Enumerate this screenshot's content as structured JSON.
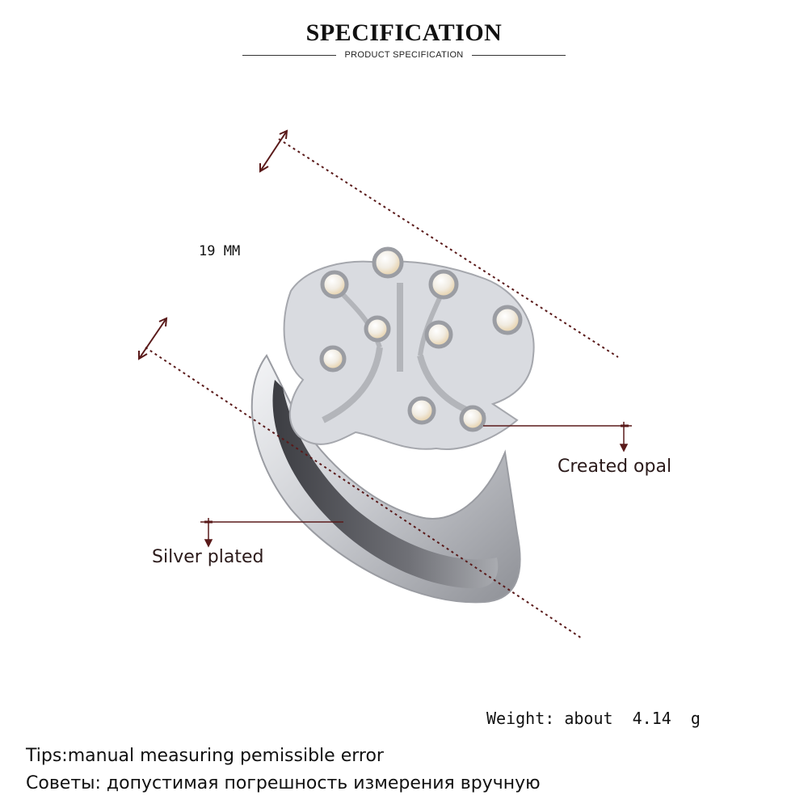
{
  "header": {
    "title": "SPECIFICATION",
    "subtitle": "PRODUCT SPECIFICATION"
  },
  "product": {
    "dimension_label": "19 MM",
    "opal_label": "Created opal",
    "plating_label": "Silver plated",
    "weight_label": "Weight: about  4.14  g"
  },
  "tips": {
    "english": "Tips:manual measuring pemissible error",
    "russian": "Советы: допустимая погрешность измерения вручную"
  },
  "colors": {
    "leader_line": "#5a1a1a",
    "silver": "#c9cbd0",
    "opal": "#f3efe6"
  }
}
